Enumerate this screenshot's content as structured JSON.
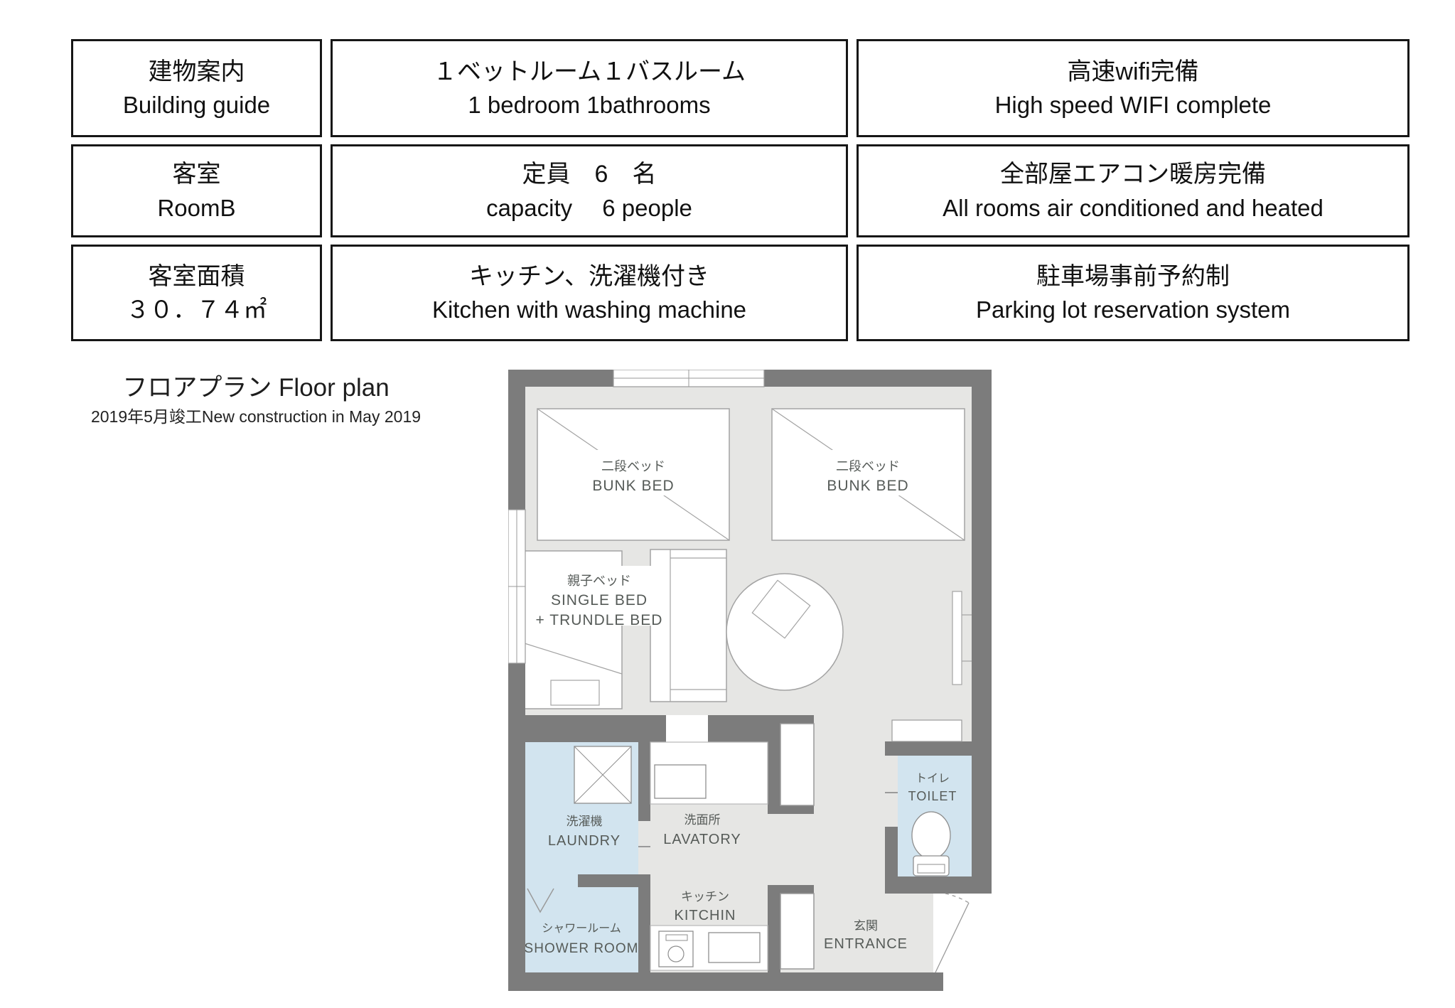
{
  "table": {
    "cells": [
      {
        "id": "building-guide",
        "jp": "建物案内",
        "en": "Building guide"
      },
      {
        "id": "bed-bath",
        "jp": "１ベットルーム１バスルーム",
        "en": "1 bedroom 1bathrooms"
      },
      {
        "id": "wifi",
        "jp": "高速wifi完備",
        "en": "High speed WIFI complete"
      },
      {
        "id": "room",
        "jp": "客室",
        "en": "RoomB"
      },
      {
        "id": "capacity",
        "jp": "定員　6　名",
        "en": "capacity　 6 people"
      },
      {
        "id": "aircon",
        "jp": "全部屋エアコン暖房完備",
        "en": "All rooms air conditioned and heated"
      },
      {
        "id": "area",
        "jp": "客室面積",
        "en": "３０．７４㎡"
      },
      {
        "id": "kitchen-washing",
        "jp": "キッチン、洗濯機付き",
        "en": "Kitchen with washing machine"
      },
      {
        "id": "parking",
        "jp": "駐車場事前予約制",
        "en": "Parking lot reservation system"
      }
    ]
  },
  "floor_plan": {
    "title": "フロアプラン Floor plan",
    "subtitle": "2019年5月竣工New construction in May 2019",
    "labels": {
      "bunk_bed_1": {
        "jp": "二段ベッド",
        "en": "BUNK BED"
      },
      "bunk_bed_2": {
        "jp": "二段ベッド",
        "en": "BUNK BED"
      },
      "single_trundle": {
        "jp": "親子ベッド",
        "en1": "SINGLE BED",
        "en2": "+ TRUNDLE BED"
      },
      "laundry": {
        "jp": "洗濯機",
        "en": "LAUNDRY"
      },
      "shower": {
        "jp": "シャワールーム",
        "en": "SHOWER ROOM"
      },
      "lavatory": {
        "jp": "洗面所",
        "en": "LAVATORY"
      },
      "kitchen": {
        "jp": "キッチン",
        "en": "KITCHIN"
      },
      "toilet": {
        "jp": "トイレ",
        "en": "TOILET"
      },
      "entrance": {
        "jp": "玄関",
        "en": "ENTRANCE"
      }
    },
    "colors": {
      "wall": "#7c7c7c",
      "floor": "#e6e6e4",
      "wet_room": "#d2e4ef",
      "furniture_line": "#a3a3a3",
      "table_border": "#161616"
    }
  }
}
